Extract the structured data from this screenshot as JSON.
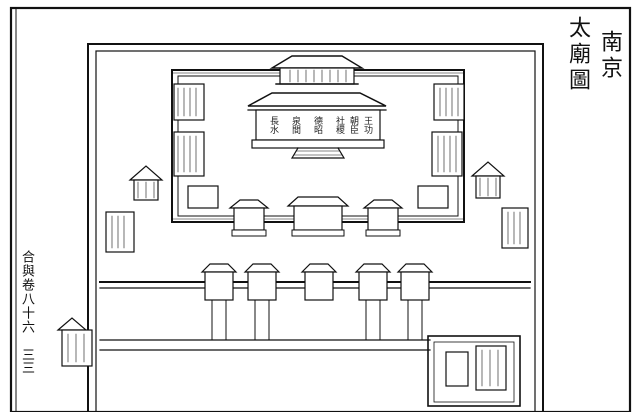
{
  "title": {
    "col1": "南京",
    "col2": "太廟圖"
  },
  "margin_notes": {
    "volume": "合與卷八十六",
    "page": "三三"
  },
  "hall_plaque": [
    "王功",
    "朝臣",
    "社稷",
    "德昭",
    "泉間",
    "長水"
  ]
}
